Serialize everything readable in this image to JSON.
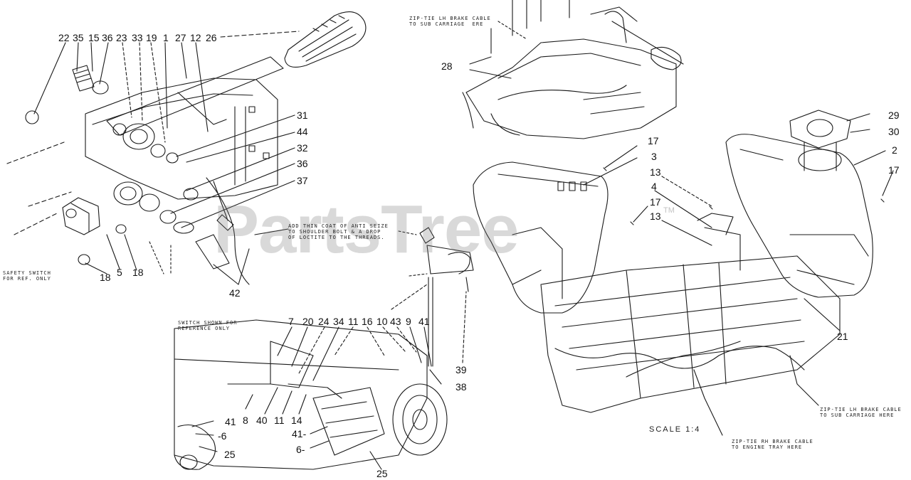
{
  "watermark": {
    "text": "PartsTree",
    "mark": "TM"
  },
  "scale_label": "SCALE 1:4",
  "notes": {
    "safety_switch": "SAFETY SWITCH\nFOR REF. ONLY",
    "anti_seize": "ADD THIN COAT OF ANTI SEIZE\nTO SHOULDER BOLT & A DROP\nOF LOCTITE TO THE THREADS.",
    "lh_brake_top": "ZIP-TIE LH BRAKE CABLE\nTO SUB CARRIAGE  ERE",
    "switch_ref": "SWITCH SHOWN FOR\nREFERENCE ONLY",
    "lh_brake_right": "ZIP-TIE LH BRAKE CABLE\nTO SUB CARRIAGE HERE",
    "rh_brake": "ZIP-TIE RH BRAKE CABLE\nTO ENGINE TRAY HERE"
  },
  "callouts": {
    "c22": "22",
    "c35": "35",
    "c15": "15",
    "c36a": "36",
    "c23": "23",
    "c33": "33",
    "c19": "19",
    "c1": "1",
    "c27": "27",
    "c12": "12",
    "c26": "26",
    "c31": "31",
    "c44": "44",
    "c32": "32",
    "c36b": "36",
    "c37": "37",
    "c18a": "18",
    "c5": "5",
    "c18b": "18",
    "c42": "42",
    "c28": "28",
    "c29": "29",
    "c30": "30",
    "c2": "2",
    "c17a": "17",
    "c17b": "17",
    "c3": "3",
    "c13a": "13",
    "c4": "4",
    "c17c": "17",
    "c13b": "13",
    "c21": "21",
    "c7": "7",
    "c20": "20",
    "c24": "24",
    "c34": "34",
    "c11a": "11",
    "c16": "16",
    "c10": "10",
    "c43": "43",
    "c9": "9",
    "c41a": "41",
    "c39": "39",
    "c38": "38",
    "c8": "8",
    "c40": "40",
    "c11b": "11",
    "c14": "14",
    "c41b": "41",
    "c6a": "-6",
    "c25a": "25",
    "c41c": "41-",
    "c6b": "6-",
    "c25b": "25"
  }
}
